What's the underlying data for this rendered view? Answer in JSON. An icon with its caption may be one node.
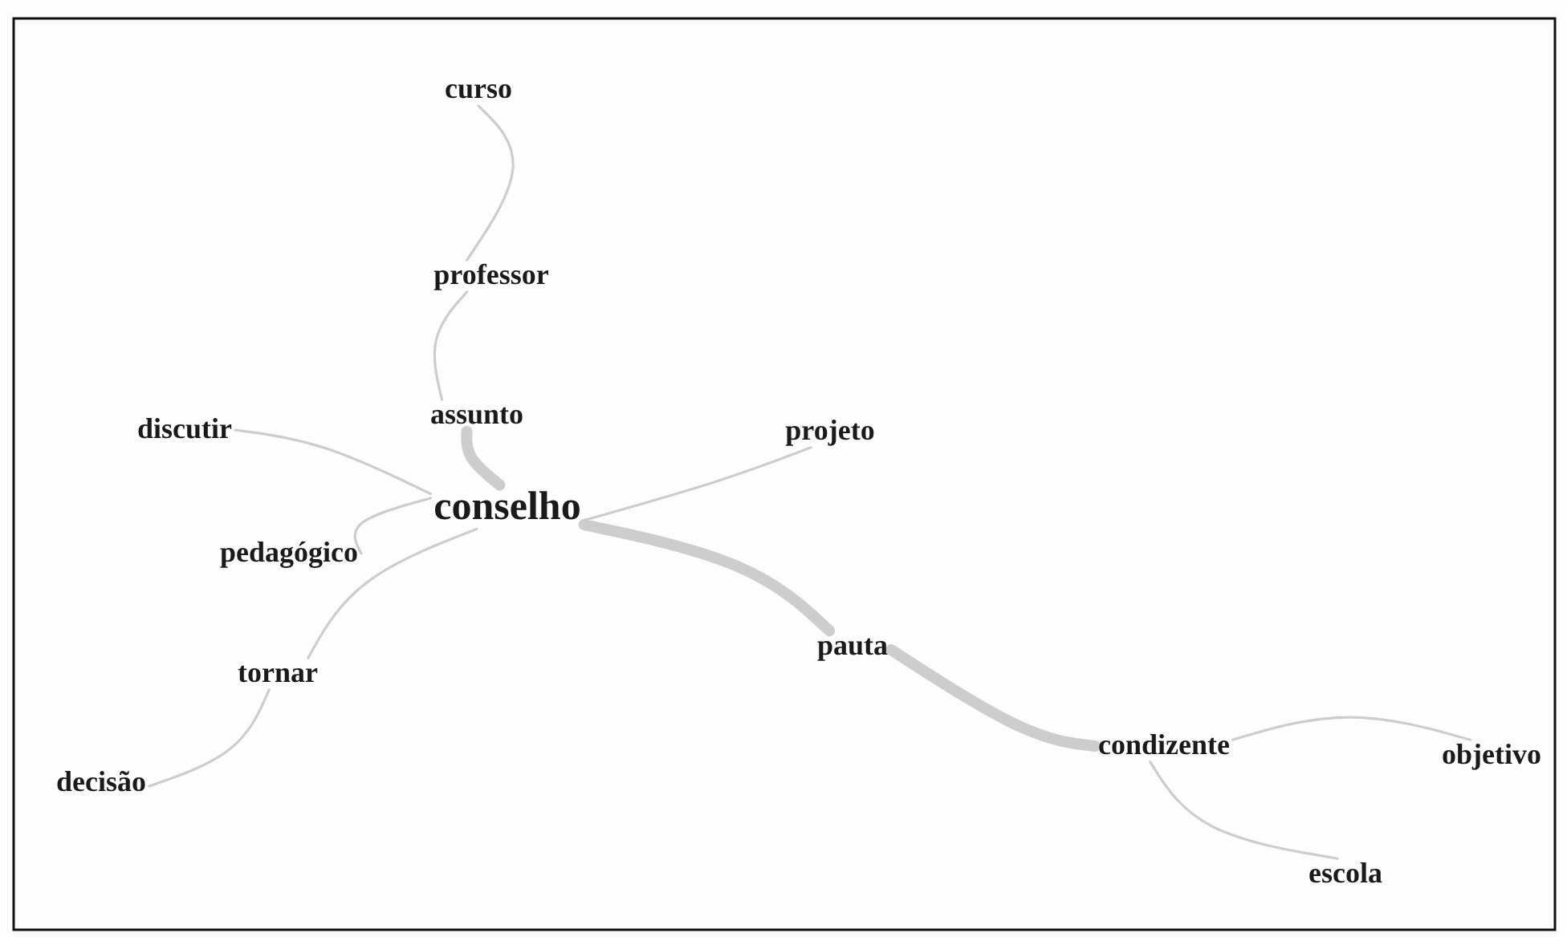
{
  "diagram": {
    "nodes": [
      {
        "text": [
          "curso"
        ]
      },
      {
        "text": [
          "professor"
        ]
      },
      {
        "text": [
          "assunto"
        ]
      },
      {
        "text": [
          "discutir"
        ]
      },
      {
        "text": [
          "conselho"
        ]
      },
      {
        "text": [
          "projeto"
        ]
      },
      {
        "text": [
          "pedagógico"
        ]
      },
      {
        "text": [
          "pauta"
        ]
      },
      {
        "text": [
          "tornar"
        ]
      },
      {
        "text": [
          "decisão"
        ]
      },
      {
        "text": [
          "condizente"
        ]
      },
      {
        "text": [
          "objetivo"
        ]
      },
      {
        "text": [
          "escola"
        ]
      }
    ],
    "edges": [
      {
        "from": 4,
        "to": 2,
        "arrow": "none",
        "style": "thick"
      },
      {
        "from": 2,
        "to": 1,
        "arrow": "none"
      },
      {
        "from": 1,
        "to": 0,
        "arrow": "none"
      },
      {
        "from": 4,
        "to": 3,
        "arrow": "none"
      },
      {
        "from": 4,
        "to": 5,
        "arrow": "none"
      },
      {
        "from": 4,
        "to": 6,
        "arrow": "none"
      },
      {
        "from": 4,
        "to": 8,
        "arrow": "none"
      },
      {
        "from": 8,
        "to": 9,
        "arrow": "none"
      },
      {
        "from": 4,
        "to": 7,
        "arrow": "none",
        "style": "thick"
      },
      {
        "from": 7,
        "to": 10,
        "arrow": "none",
        "style": "thick"
      },
      {
        "from": 10,
        "to": 11,
        "arrow": "none"
      },
      {
        "from": 10,
        "to": 12,
        "arrow": "none"
      }
    ]
  }
}
